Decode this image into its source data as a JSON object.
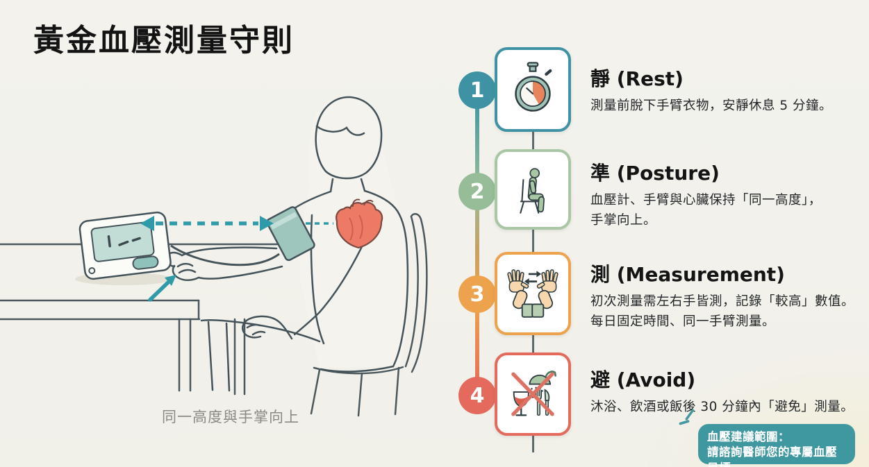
{
  "title": "黃金血壓測量守則",
  "illustration": {
    "caption": "同一高度與手掌向上",
    "arrow_color": "#2F9AA8",
    "heart_color": "#EC7A65",
    "cuff_color": "#9EC6BD",
    "elements": [
      "blood-pressure-monitor",
      "arm-cuff",
      "heart",
      "same-height-arrow",
      "palm-up-arrow",
      "table",
      "chair",
      "seated-person"
    ]
  },
  "steps": [
    {
      "number": "1",
      "title": "靜 (Rest)",
      "line1": "測量前脫下手臂衣物，安靜休息 5 分鐘。",
      "icon": "stopwatch-icon",
      "color": "#3E92A3"
    },
    {
      "number": "2",
      "title": "準 (Posture)",
      "line1": "血壓計、手臂與心臟保持「同一高度」，",
      "line2": "手掌向上。",
      "icon": "seated-person-icon",
      "color": "#97BD98"
    },
    {
      "number": "3",
      "title": "測 (Measurement)",
      "line1": "初次測量需左右手皆測，記錄「較高」數值。",
      "line2": "每日固定時間、同一手臂測量。",
      "icon": "swap-arms-icon",
      "color": "#EDA24D"
    },
    {
      "number": "4",
      "title": "避 (Avoid)",
      "line1": "沐浴、飲酒或飯後 30 分鐘內「避免」測量。",
      "icon": "no-shower-alcohol-icon",
      "color": "#E36A5D"
    }
  ],
  "badge": {
    "line1": "血壓建議範圍：",
    "line2": "請諮詢醫師您的專屬血壓目標",
    "bg": "#3F989F"
  },
  "page_bg": "#F2F1EC"
}
